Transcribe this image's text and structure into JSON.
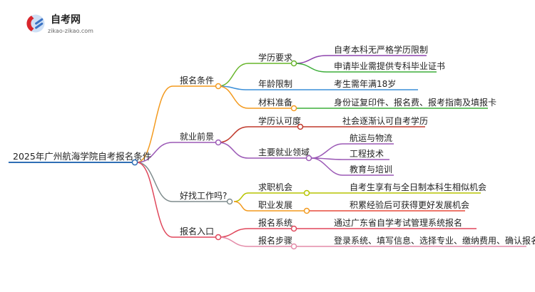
{
  "brand": {
    "name": "自考网",
    "url": "zikao-zikao.com",
    "logo_colors": {
      "red": "#d9262c",
      "blue": "#3b73c4",
      "light": "#cfe0f5"
    }
  },
  "mindmap": {
    "root": {
      "label": "2025年广州航海学院自考报名条件",
      "color": "#2f6fb5"
    },
    "branches": [
      {
        "label": "报名条件",
        "color": "#f39a1e",
        "children": [
          {
            "label": "学历要求",
            "color": "#67b52a",
            "children": [
              {
                "label": "自考本科无严格学历限制",
                "color": "#8e44ad"
              },
              {
                "label": "申请毕业需提供专科毕业证书",
                "color": "#3dae3a"
              }
            ]
          },
          {
            "label": "年龄限制",
            "color": "#3b8fd8",
            "children": [
              {
                "label": "考生需年满18岁",
                "color": "#3b8fd8"
              }
            ]
          },
          {
            "label": "材料准备",
            "color": "#f39a1e",
            "children": [
              {
                "label": "身份证复印件、报名费、报考指南及填报卡",
                "color": "#3dae3a"
              }
            ]
          }
        ]
      },
      {
        "label": "就业前景",
        "color": "#9b59b6",
        "children": [
          {
            "label": "学历认可度",
            "color": "#c0392b",
            "children": [
              {
                "label": "社会逐渐认可自考学历",
                "color": "#c0392b"
              }
            ]
          },
          {
            "label": "主要就业领域",
            "color": "#9b59b6",
            "children": [
              {
                "label": "航运与物流",
                "color": "#9b59b6"
              },
              {
                "label": "工程技术",
                "color": "#9b59b6"
              },
              {
                "label": "教育与培训",
                "color": "#9b59b6"
              }
            ]
          }
        ]
      },
      {
        "label": "好找工作吗?",
        "color": "#7f8c8d",
        "children": [
          {
            "label": "求职机会",
            "color": "#b7c400",
            "children": [
              {
                "label": "自考生享有与全日制本科生相似机会",
                "color": "#b7c400"
              }
            ]
          },
          {
            "label": "职业发展",
            "color": "#f39a1e",
            "children": [
              {
                "label": "积累经验后可获得更好发展机会",
                "color": "#e74c3c"
              }
            ]
          }
        ]
      },
      {
        "label": "报名入口",
        "color": "#e0475b",
        "children": [
          {
            "label": "报名系统",
            "color": "#e0475b",
            "children": [
              {
                "label": "通过广东省自学考试管理系统报名",
                "color": "#e0475b"
              }
            ]
          },
          {
            "label": "报名步骤",
            "color": "#e48aa8",
            "children": [
              {
                "label": "登录系统、填写信息、选择专业、缴纳费用、确认报名",
                "color": "#e48aa8"
              }
            ]
          }
        ]
      }
    ]
  }
}
